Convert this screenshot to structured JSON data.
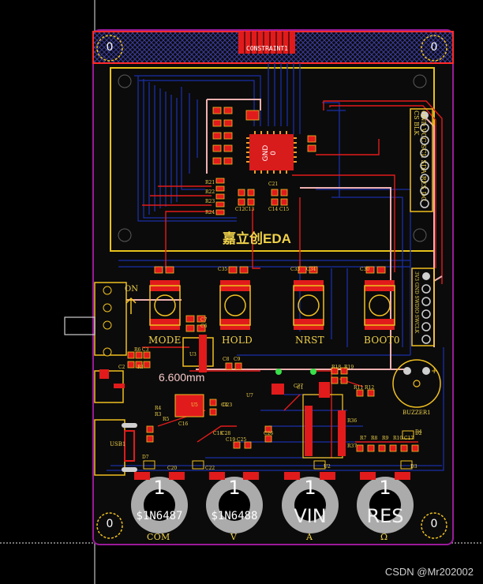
{
  "board": {
    "constraint_label": "CONSTRAINT1",
    "logo_text": "嘉立创EDA",
    "dimension_text": "6.600mm",
    "switch_on_label": "ON",
    "mounting_hole_label": "0",
    "chip_label": "GND\n0",
    "buzzer_label": "BUZZER1",
    "usb_label": "USB1"
  },
  "buttons": [
    {
      "label": "MODE"
    },
    {
      "label": "HOLD"
    },
    {
      "label": "NRST"
    },
    {
      "label": "BOOT0"
    }
  ],
  "probes": [
    {
      "pin": "1",
      "net": "$1N6487",
      "label": "COM"
    },
    {
      "pin": "1",
      "net": "$1N6488",
      "label": "V"
    },
    {
      "pin": "1",
      "net": "VIN",
      "label": "A"
    },
    {
      "pin": "1",
      "net": "RES",
      "label": "Ω"
    }
  ],
  "headers": {
    "oled": "GND VCC SCL SDA RES DC CS BLK",
    "debug": "3V3 GND SWDIO SWCLK"
  },
  "component_refs": [
    "C12",
    "C13",
    "C14",
    "C15",
    "C21",
    "R21",
    "R22",
    "R23",
    "R24",
    "C35",
    "C33",
    "C34",
    "C30",
    "C6",
    "C7",
    "C8",
    "C9",
    "R18",
    "R19",
    "R11",
    "R12",
    "R36",
    "R37",
    "R7",
    "R8",
    "R9",
    "R10",
    "C17",
    "D2",
    "D3",
    "D4",
    "D7",
    "U2",
    "U3",
    "U5",
    "U7",
    "C1",
    "C2",
    "R1",
    "R3",
    "R4",
    "R5",
    "R6",
    "C3",
    "C4",
    "C16",
    "C18",
    "C19",
    "C20",
    "C22",
    "C23",
    "C25",
    "C26",
    "C27",
    "C28"
  ],
  "watermark": "CSDN @Mr202002"
}
